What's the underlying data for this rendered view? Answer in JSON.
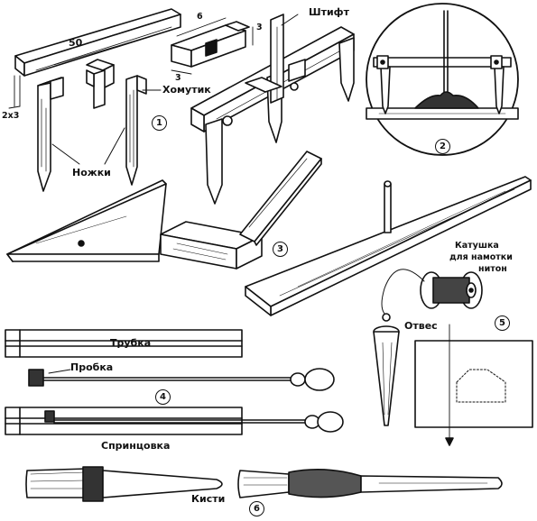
{
  "labels": {
    "shtift": "Штифт",
    "khomutik": "Хомутик",
    "nozhki": "Ножки",
    "katushka_line1": "Катушка",
    "katushka_line2": "для намотки",
    "katushka_line3": "нитон",
    "otves": "Отвес",
    "trubka": "Трубка",
    "probka": "Пробка",
    "sprintsovka": "Спринцовка",
    "kisti": "Кисти"
  },
  "dimensions": {
    "length": "50",
    "section": "2х3",
    "top": "6",
    "right": "3",
    "bottom": "3"
  },
  "figure_numbers": [
    "1",
    "2",
    "3",
    "4",
    "5",
    "6"
  ]
}
